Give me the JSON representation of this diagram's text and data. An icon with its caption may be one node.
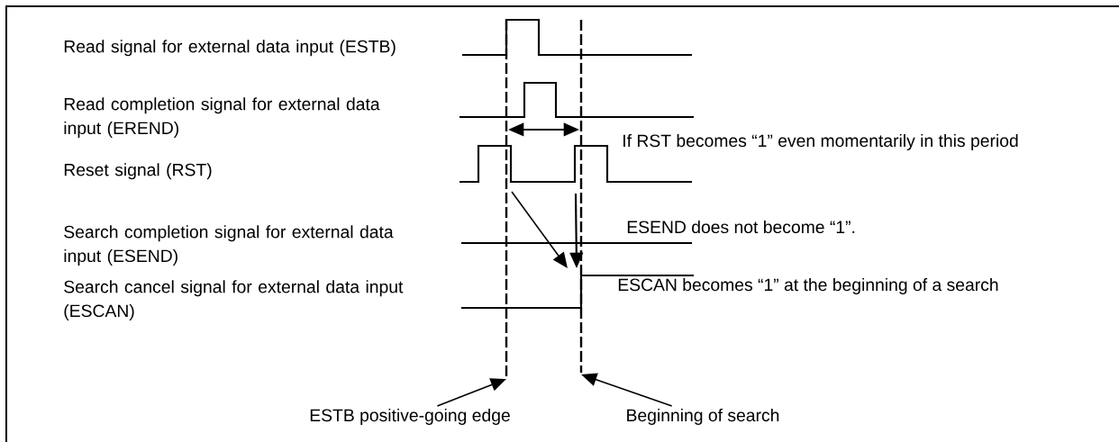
{
  "diagram": {
    "nodes": [
      {
        "text": [
          "ESTB positive-going edge"
        ]
      },
      {
        "text": [
          "Beginning of search"
        ]
      }
    ],
    "edges": [
      {
        "from": 0,
        "to": null,
        "arrow": "to"
      },
      {
        "from": 1,
        "to": null,
        "arrow": "to"
      }
    ],
    "labels": [
      "Read signal for external data input (ESTB)",
      "Read completion signal for external data input (EREND)",
      "If RST becomes “1” even momentarily in this period",
      "Reset signal (RST)",
      "Search completion signal for external data input (ESEND)",
      "ESEND does not become “1”.",
      "Search cancel signal for external data input (ESCAN)",
      "ESCAN becomes “1” at the beginning of a search"
    ]
  }
}
